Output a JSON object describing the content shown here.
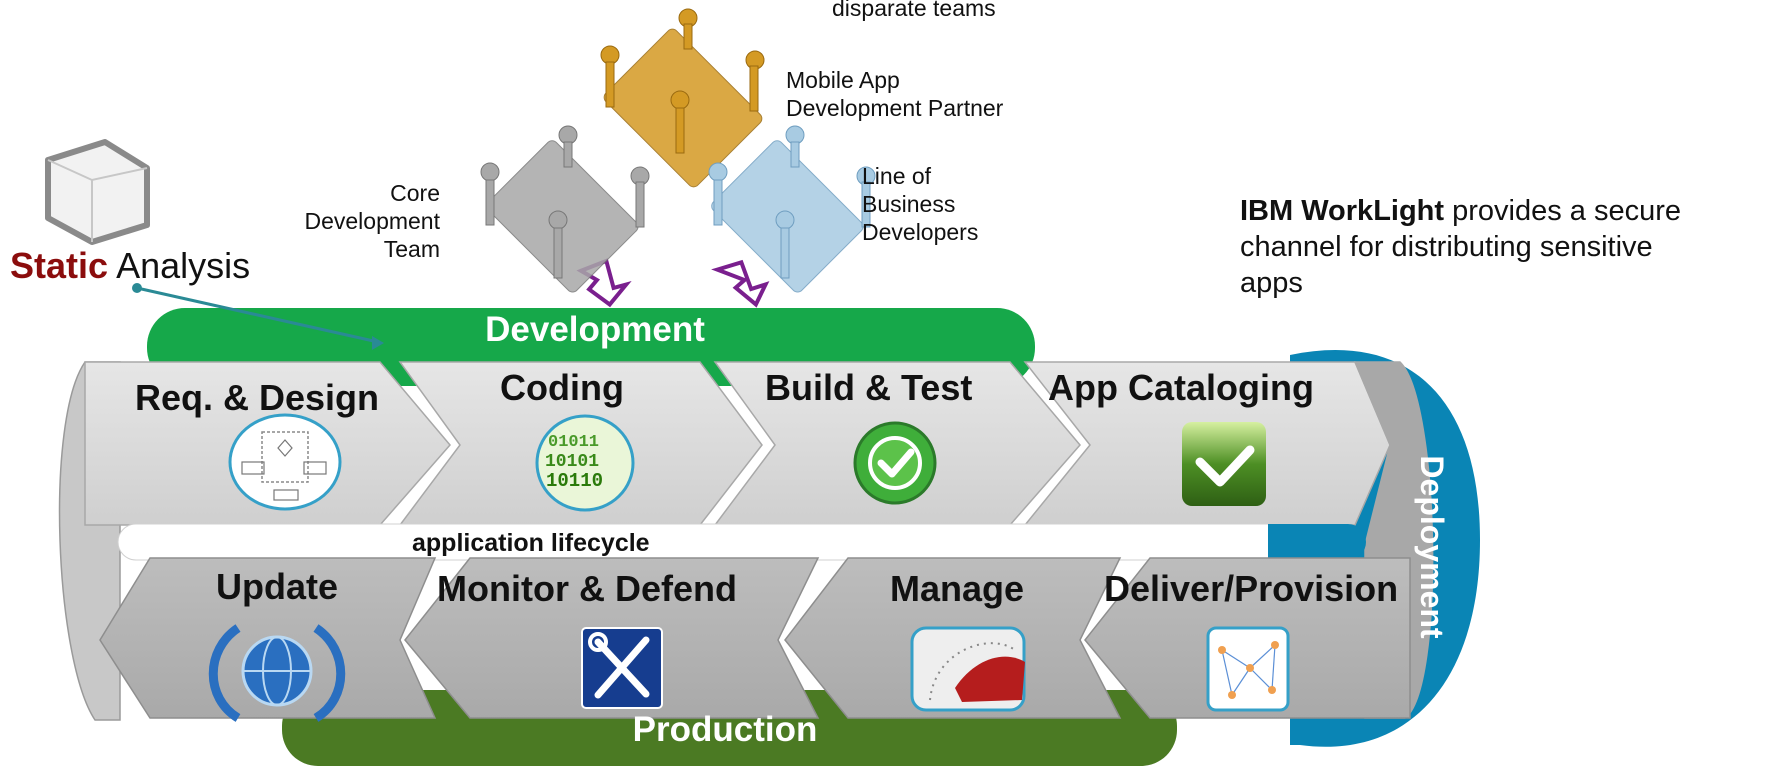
{
  "teams": {
    "top_fragment": "disparate teams",
    "partner": [
      "Mobile App",
      "Development Partner"
    ],
    "core": [
      "Core",
      "Development",
      "Team"
    ],
    "lob": [
      "Line of",
      "Business",
      "Developers"
    ]
  },
  "static_analysis": {
    "strong": "Static",
    "rest": " Analysis"
  },
  "worklight": {
    "strong": "IBM WorkLight",
    "rest": " provides a secure channel for distributing sensitive apps"
  },
  "bands": {
    "development": "Development",
    "production": "Production",
    "deployment": "Deployment",
    "lifecycle": "application lifecycle"
  },
  "stages_top": [
    "Req. & Design",
    "Coding",
    "Build & Test",
    "App Cataloging"
  ],
  "stages_bottom": [
    "Update",
    "Monitor & Defend",
    "Manage",
    "Deliver/Provision"
  ],
  "colors": {
    "development_green": "#16a84a",
    "production_green": "#4b7a23",
    "deployment_blue": "#0a85b5",
    "static_red": "#8b0d0d",
    "team_gold": "#d49a24",
    "team_gray": "#9a9a9a",
    "team_lightblue": "#9cc4de",
    "arrow_purple": "#7a1f8e"
  },
  "icons": {
    "req_design": "flowchart-icon",
    "coding": "binary-code-icon",
    "build_test": "green-check-circle-icon",
    "app_cataloging": "green-check-square-icon",
    "update": "globe-refresh-icon",
    "monitor_defend": "tools-icon",
    "manage": "dial-gauge-icon",
    "deliver_provision": "network-graph-icon",
    "static_analysis": "cube-icon"
  }
}
